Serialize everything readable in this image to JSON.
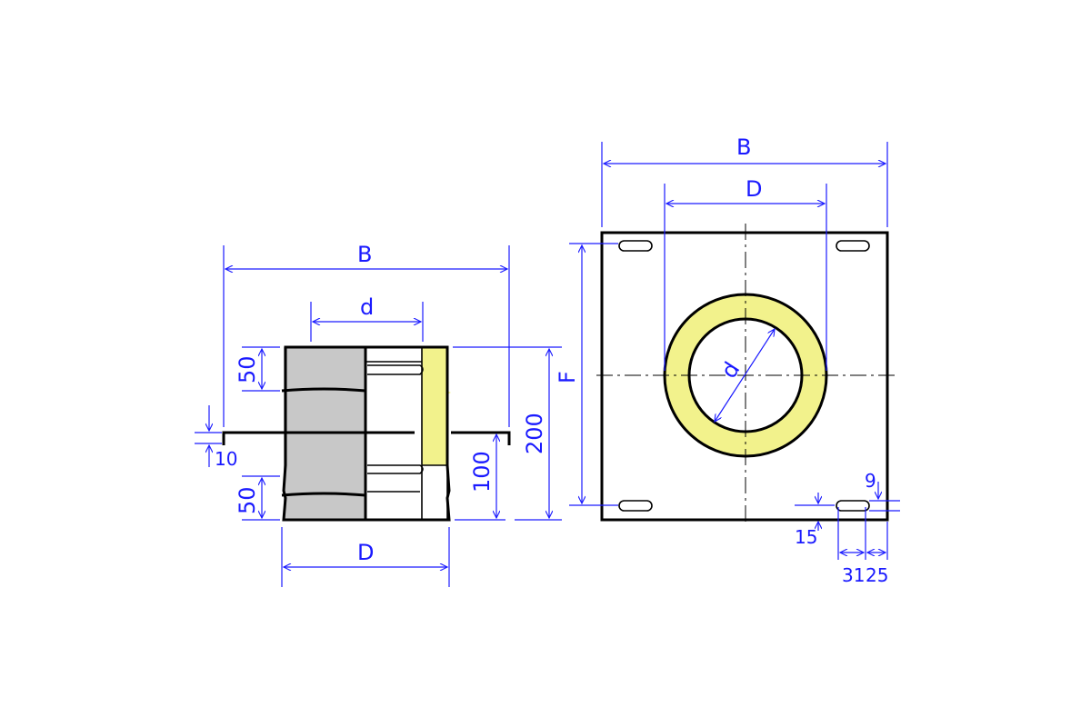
{
  "colors": {
    "dimension": "#1a1aff",
    "outline": "#000000",
    "steel": "#c8c8c8",
    "insulation": "#f2f28c",
    "background": "#ffffff"
  },
  "side_view": {
    "labels": {
      "outer_width": "B",
      "inner_diameter": "d",
      "outer_diameter": "D",
      "top_band": "50",
      "bottom_band": "50",
      "plate_thickness": "10",
      "plate_height": "100",
      "total_height": "200"
    }
  },
  "top_view": {
    "labels": {
      "plate_width": "B",
      "outer_diameter": "D",
      "inner_diameter": "d",
      "plate_height": "F",
      "slot_width": "9",
      "slot_offset": "15",
      "slot_length": "31",
      "slot_edge": "25"
    }
  }
}
